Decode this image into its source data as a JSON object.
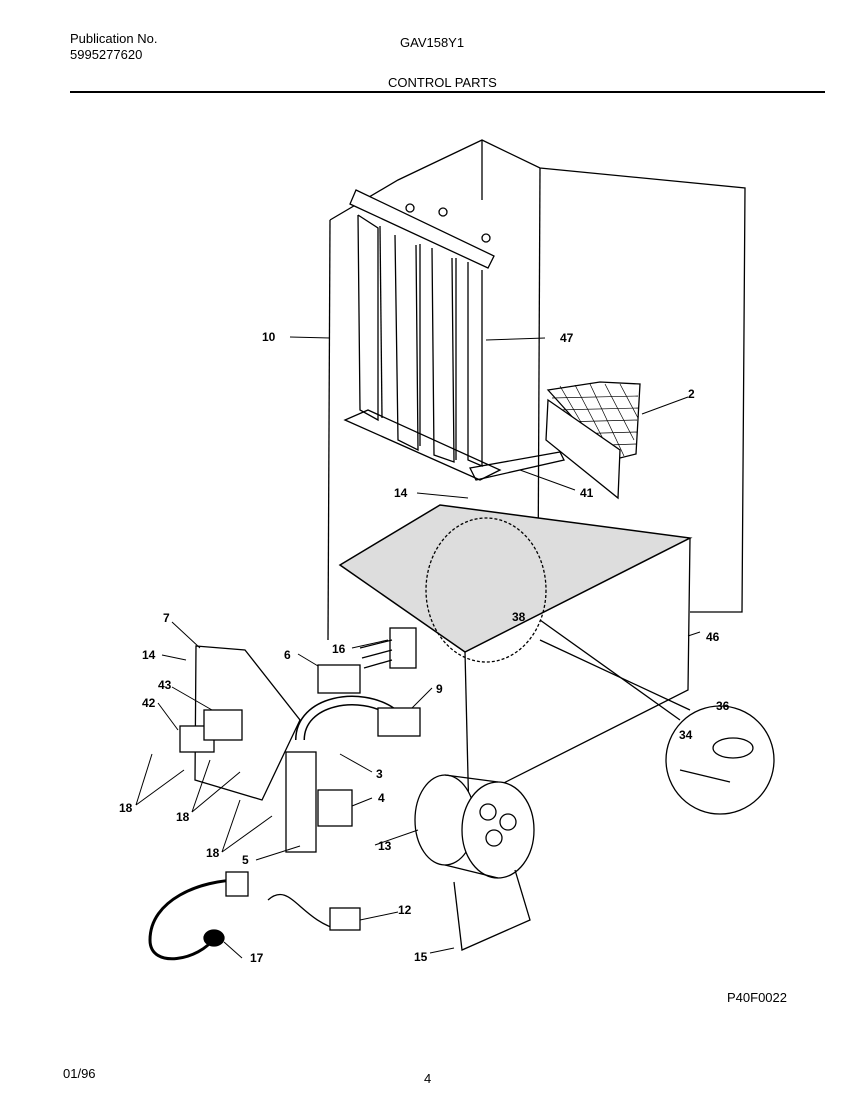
{
  "header": {
    "publication_label": "Publication No.",
    "publication_number": "5995277620",
    "model": "GAV158Y1",
    "section_title": "CONTROL PARTS"
  },
  "diagram": {
    "part_callouts": [
      "10",
      "47",
      "2",
      "41",
      "14",
      "46",
      "7",
      "14",
      "6",
      "16",
      "38",
      "43",
      "9",
      "42",
      "36",
      "34",
      "3",
      "4",
      "18",
      "18",
      "18",
      "13",
      "5",
      "12",
      "15",
      "17"
    ],
    "figure_code": "P40F0022"
  },
  "footer": {
    "date": "01/96",
    "page_number": "4"
  }
}
